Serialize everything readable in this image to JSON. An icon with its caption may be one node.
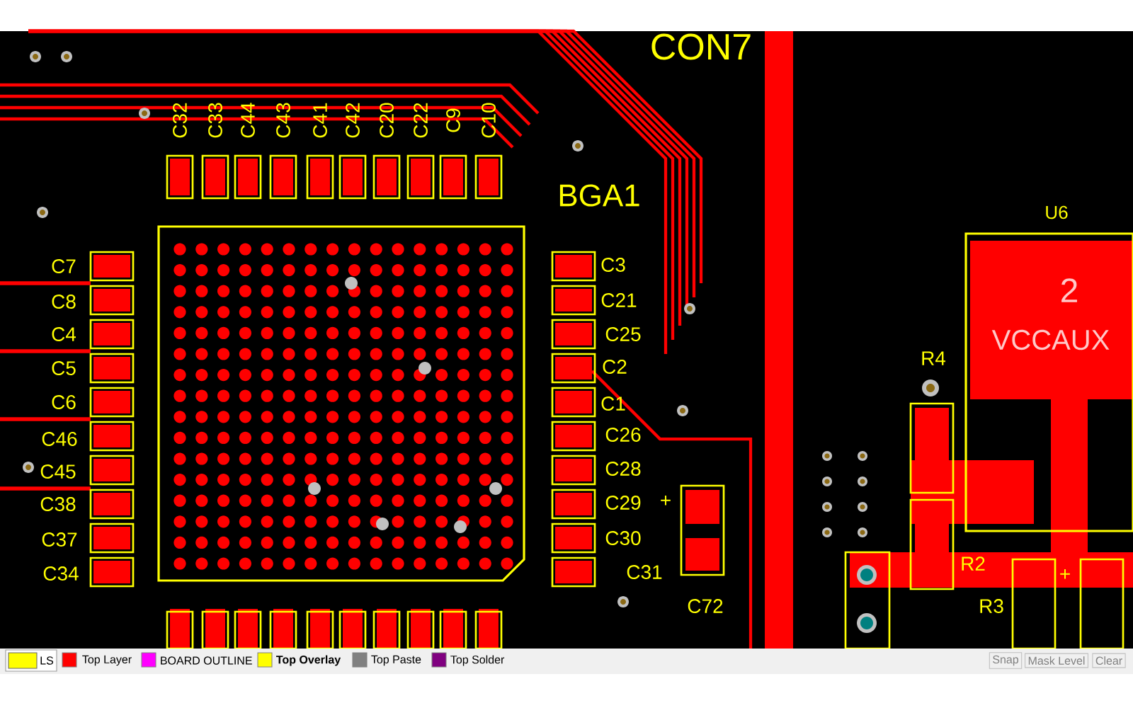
{
  "diagram": {
    "labels": [
      "CON7",
      "C32",
      "C33",
      "C44",
      "C43",
      "C41",
      "C42",
      "C20",
      "C22",
      "C9",
      "C10",
      "BGA1",
      "U6",
      "C7",
      "C3",
      "C8",
      "C21",
      "C4",
      "C25",
      "2",
      "VCCAUX",
      "C5",
      "C2",
      "R4",
      "C6",
      "C1",
      "C46",
      "C26",
      "C45",
      "C28",
      "+",
      "C38",
      "C29",
      "C37",
      "C30",
      "C34",
      "C31",
      "R2",
      "+",
      "C72",
      "R3",
      "LS",
      "Snap",
      "Mask Level",
      "Clear"
    ],
    "legend": [
      {
        "text": "Top Layer",
        "color": "#ff0000"
      },
      {
        "text": "BOARD OUTLINE",
        "color": "#ff00ff"
      },
      {
        "text": "Top Overlay",
        "color": "#ffff00"
      },
      {
        "text": "Top Paste",
        "color": "#808080"
      },
      {
        "text": "Top Solder",
        "color": "#800080"
      }
    ]
  }
}
